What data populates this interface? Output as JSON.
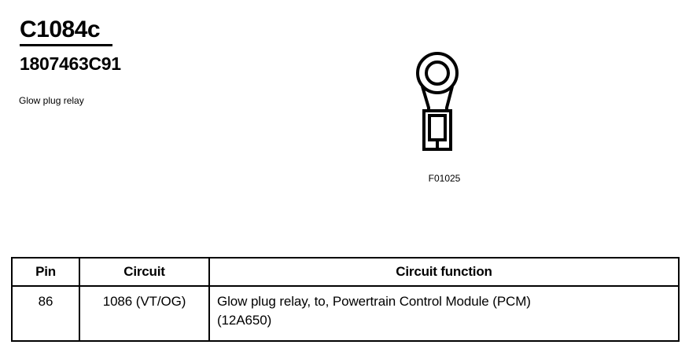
{
  "header": {
    "connector_id": "C1084c",
    "part_number": "1807463C91",
    "component_name": "Glow plug relay"
  },
  "figure": {
    "label": "F01025",
    "icon_name": "ring-terminal-connector",
    "stroke_color": "#000000"
  },
  "table": {
    "columns": [
      {
        "key": "pin",
        "label": "Pin"
      },
      {
        "key": "circuit",
        "label": "Circuit"
      },
      {
        "key": "function",
        "label": "Circuit function"
      }
    ],
    "rows": [
      {
        "pin": "86",
        "circuit": "1086 (VT/OG)",
        "function_line_1": "Glow plug relay, to, Powertrain Control Module (PCM)",
        "function_line_2": "(12A650)"
      }
    ]
  }
}
